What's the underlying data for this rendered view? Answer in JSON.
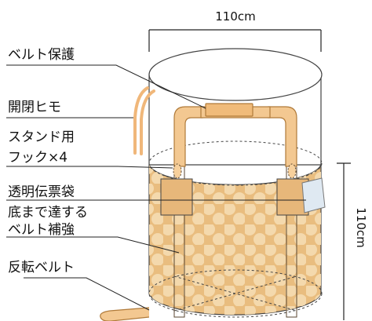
{
  "dimensions": {
    "width_label": "110cm",
    "height_label": "110cm"
  },
  "labels": {
    "belt_protection": "ベルト保護",
    "opening_string": "開閉ヒモ",
    "stand_hook_line1": "スタンド用",
    "stand_hook_line2": "フック×4",
    "clear_pocket": "透明伝票袋",
    "bottom_belt_line1": "底まで達する",
    "bottom_belt_line2": "ベルト補強",
    "reverse_belt": "反転ベルト"
  },
  "colors": {
    "bag_fill": "#e9bd7f",
    "dot": "#f4d9ad",
    "belt": "#f3c891",
    "belt_stroke": "#b07a39",
    "outline": "#333333",
    "string": "#f0b77a",
    "pocket": "#dfe9f2"
  }
}
